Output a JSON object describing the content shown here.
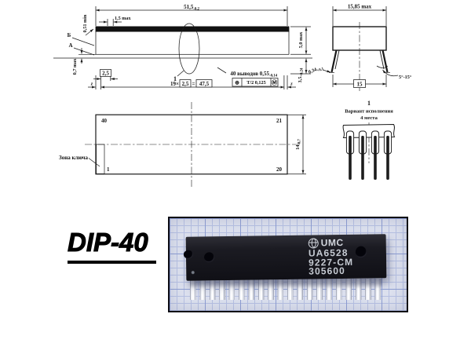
{
  "side_view": {
    "length_value": "51,5",
    "length_tol": "-0,2",
    "lead_top": "1,5 max",
    "min_gap": "0,51 min",
    "label_b": "Б",
    "label_a": "А",
    "standoff": "0,7 max",
    "pitch": "2,5",
    "leads_value": "40 выводов 0,55",
    "leads_tol": "-0,14",
    "fcf_sym": "⊕",
    "fcf_val": "Т/2 0,125",
    "fcf_mod": "Ⓜ",
    "height": "5,0 max",
    "lead_len_value": "3,5",
    "lead_len_tol": "+0,24",
    "total_count": "19×",
    "total_pitch": "2,5",
    "total_eq": "=",
    "total_sum": "47,5",
    "detail_ref": "1",
    "z": "z"
  },
  "end_view": {
    "width": "15,85 max",
    "thick_value": "0,34",
    "thick_tol": "+0,1",
    "angle": "5°-15°",
    "spacing": "15"
  },
  "top_view": {
    "pin_tl": "40",
    "pin_tr": "21",
    "pin_bl": "1",
    "pin_br": "20",
    "key": "Зона ключа",
    "width_value": "14",
    "width_tol": "-0,7"
  },
  "variant": {
    "ref": "1",
    "line1": "Вариант исполнения",
    "line2": "4 места"
  },
  "photo": {
    "caption": "DIP-40",
    "chip_brand": "UMC",
    "chip_line1": "UA6528",
    "chip_line2": "9227-CM",
    "chip_line3": "305600"
  },
  "colors": {
    "ink": "#1a1a1a",
    "paper": "#dce0ee",
    "grid_minor": "#b6c0e2",
    "grid_major": "#8d9dd2",
    "chip": "#16161c",
    "pin_metal": "#eef0f5"
  }
}
